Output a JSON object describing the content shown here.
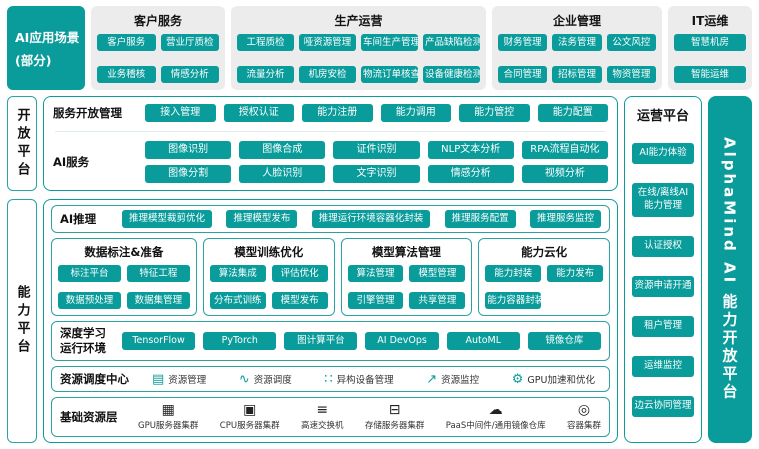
{
  "colors": {
    "teal": "#0a9b9b",
    "panel_gray": "#ececec",
    "border_teal": "#2ba2a2",
    "bg": "#ffffff"
  },
  "scenarios": {
    "label_line1": "AI应用场景",
    "label_line2": "(部分)",
    "groups": [
      {
        "title": "客户服务",
        "items": [
          "客户服务",
          "营业厅质检",
          "业务稽核",
          "情感分析"
        ]
      },
      {
        "title": "生产运营",
        "items": [
          "工程质检",
          "哑资源管理",
          "车间生产管理",
          "产品缺陷检测",
          "流量分析",
          "机房安检",
          "物流订单核查",
          "设备健康检测"
        ]
      },
      {
        "title": "企业管理",
        "items": [
          "财务管理",
          "法务管理",
          "公文风控",
          "合同管理",
          "招标管理",
          "物资管理"
        ]
      },
      {
        "title": "IT运维",
        "items": [
          "智慧机房",
          "智能运维"
        ]
      }
    ]
  },
  "open_platform": {
    "side_label": "开放平台",
    "service_mgmt": {
      "label": "服务开放管理",
      "items": [
        "接入管理",
        "授权认证",
        "能力注册",
        "能力调用",
        "能力管控",
        "能力配置"
      ]
    },
    "ai_services": {
      "label": "AI服务",
      "items": [
        "图像识别",
        "图像合成",
        "证件识别",
        "NLP文本分析",
        "RPA流程自动化",
        "图像分割",
        "人脸识别",
        "文字识别",
        "情感分析",
        "视频分析"
      ]
    }
  },
  "capability_platform": {
    "side_label": "能力平台",
    "ai_inference": {
      "label": "AI推理",
      "items": [
        "推理模型裁剪优化",
        "推理模型发布",
        "推理运行环境容器化封装",
        "推理服务配置",
        "推理服务监控"
      ]
    },
    "middle_boxes": [
      {
        "title": "数据标注&准备",
        "items": [
          "标注平台",
          "特征工程",
          "数据预处理",
          "数据集管理"
        ]
      },
      {
        "title": "模型训练优化",
        "items": [
          "算法集成",
          "评估优化",
          "分布式训练",
          "模型发布"
        ]
      },
      {
        "title": "模型算法管理",
        "items": [
          "算法管理",
          "模型管理",
          "引擎管理",
          "共享管理"
        ]
      },
      {
        "title": "能力云化",
        "items": [
          "能力封装",
          "能力发布",
          "能力容器封装"
        ]
      }
    ],
    "dl_runtime": {
      "label_line1": "深度学习",
      "label_line2": "运行环境",
      "items": [
        "TensorFlow",
        "PyTorch",
        "图计算平台",
        "AI DevOps",
        "AutoML",
        "镜像仓库"
      ]
    },
    "resource_center": {
      "label": "资源调度中心",
      "items": [
        {
          "icon": "list-icon",
          "glyph": "▤",
          "label": "资源管理"
        },
        {
          "icon": "schedule-wave-icon",
          "glyph": "∿",
          "label": "资源调度"
        },
        {
          "icon": "device-grid-icon",
          "glyph": "∷",
          "label": "异构设备管理"
        },
        {
          "icon": "monitor-chart-icon",
          "glyph": "↗",
          "label": "资源监控"
        },
        {
          "icon": "gear-icon",
          "glyph": "⚙",
          "label": "GPU加速和优化"
        }
      ]
    },
    "base_layer": {
      "label": "基础资源层",
      "items": [
        {
          "icon": "gpu-chip-icon",
          "glyph": "▦",
          "label": "GPU服务器集群"
        },
        {
          "icon": "cpu-chip-icon",
          "glyph": "▣",
          "label": "CPU服务器集群"
        },
        {
          "icon": "switch-icon",
          "glyph": "≡",
          "label": "高速交换机"
        },
        {
          "icon": "storage-icon",
          "glyph": "⊟",
          "label": "存储服务器集群"
        },
        {
          "icon": "cloud-icon",
          "glyph": "☁",
          "label": "PaaS中间件/通用镜像仓库"
        },
        {
          "icon": "container-icon",
          "glyph": "◎",
          "label": "容器集群"
        }
      ]
    }
  },
  "operation_platform": {
    "title": "运营平台",
    "items": [
      "AI能力体验",
      "在线/离线AI能力管理",
      "认证授权",
      "资源申请开通",
      "租户管理",
      "运维监控",
      "边云协同管理"
    ]
  },
  "brand_bar": {
    "title": "AlphaMind AI 能力开放平台"
  }
}
